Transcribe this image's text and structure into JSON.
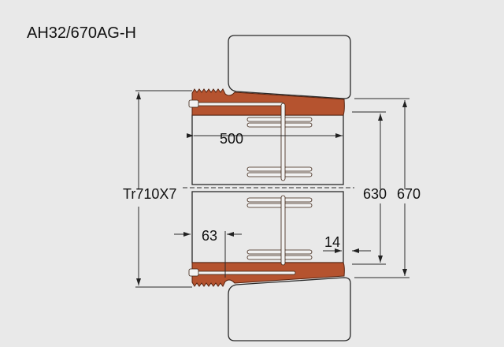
{
  "title": "AH32/670AG-H",
  "dimensions": {
    "width_500": "500",
    "thread": "Tr710X7",
    "d630": "630",
    "d670": "670",
    "d63": "63",
    "d14": "14"
  },
  "colors": {
    "sleeve": "#b5532f",
    "line": "#2a2a2a",
    "background": "#e9e9e9"
  }
}
